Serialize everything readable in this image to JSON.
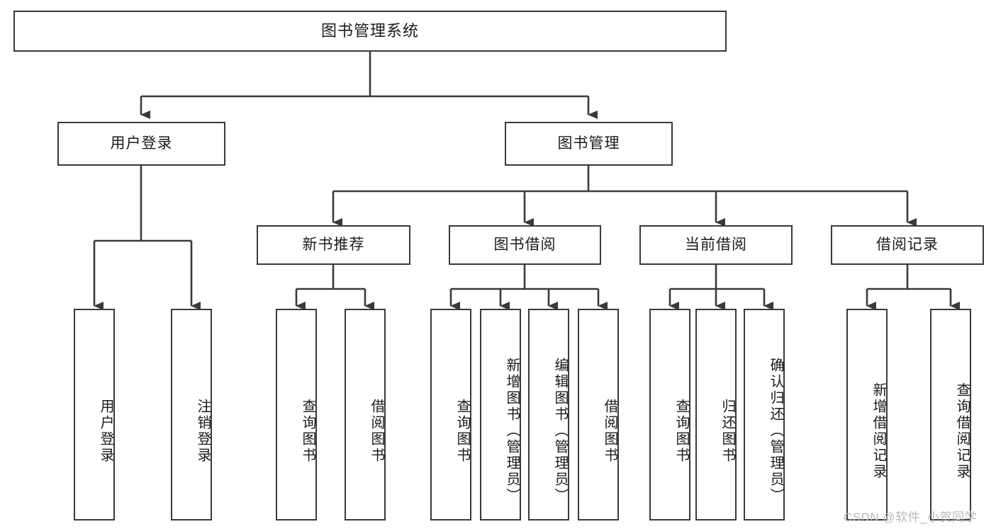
{
  "diagram": {
    "title": "图书管理系统",
    "type": "功能结构图",
    "watermark": "CSDN @软件_小贺同学",
    "colors": {
      "border": "#3a3a3a",
      "fill": "#ffffff",
      "text": "#1b1b1b",
      "connector": "#3a3a3a",
      "watermark": "#b9b9b9"
    },
    "levels": {
      "root": "图书管理系统",
      "level2": [
        "用户登录",
        "图书管理"
      ],
      "level3": [
        "新书推荐",
        "图书借阅",
        "当前借阅",
        "借阅记录"
      ]
    }
  },
  "nodes": {
    "root": {
      "label": "图书管理系统"
    },
    "user_login": {
      "label": "用户登录"
    },
    "book_manage": {
      "label": "图书管理"
    },
    "new_book_rec": {
      "label": "新书推荐"
    },
    "book_borrow": {
      "label": "图书借阅"
    },
    "current_borrow": {
      "label": "当前借阅"
    },
    "borrow_record": {
      "label": "借阅记录"
    },
    "leaf_user_login": {
      "label": "用户登录"
    },
    "leaf_user_logout": {
      "label": "注销登录"
    },
    "leaf_query_book_1": {
      "label": "查询图书"
    },
    "leaf_borrow_book_1": {
      "label": "借阅图书"
    },
    "leaf_query_book_2": {
      "label": "查询图书"
    },
    "leaf_add_book": {
      "label": "新增图书（管理员）"
    },
    "leaf_edit_book": {
      "label": "编辑图书（管理员）"
    },
    "leaf_borrow_book_2": {
      "label": "借阅图书"
    },
    "leaf_query_book_3": {
      "label": "查询图书"
    },
    "leaf_return_book": {
      "label": "归还图书"
    },
    "leaf_confirm_return": {
      "label": "确认归还（管理员）"
    },
    "leaf_add_record": {
      "label": "新增借阅记录"
    },
    "leaf_query_record": {
      "label": "查询借阅记录"
    }
  },
  "tree": {
    "name": "图书管理系统",
    "children": [
      {
        "name": "用户登录",
        "children": [
          {
            "name": "用户登录",
            "children": []
          },
          {
            "name": "注销登录",
            "children": []
          }
        ]
      },
      {
        "name": "图书管理",
        "children": [
          {
            "name": "新书推荐",
            "children": [
              {
                "name": "查询图书",
                "children": []
              },
              {
                "name": "借阅图书",
                "children": []
              }
            ]
          },
          {
            "name": "图书借阅",
            "children": [
              {
                "name": "查询图书",
                "children": []
              },
              {
                "name": "新增图书（管理员）",
                "children": []
              },
              {
                "name": "编辑图书（管理员）",
                "children": []
              },
              {
                "name": "借阅图书",
                "children": []
              }
            ]
          },
          {
            "name": "当前借阅",
            "children": [
              {
                "name": "查询图书",
                "children": []
              },
              {
                "name": "归还图书",
                "children": []
              },
              {
                "name": "确认归还（管理员）",
                "children": []
              }
            ]
          },
          {
            "name": "借阅记录",
            "children": [
              {
                "name": "新增借阅记录",
                "children": []
              },
              {
                "name": "查询借阅记录",
                "children": []
              }
            ]
          }
        ]
      }
    ]
  },
  "footer": {
    "watermark": "CSDN @软件_小贺同学"
  }
}
